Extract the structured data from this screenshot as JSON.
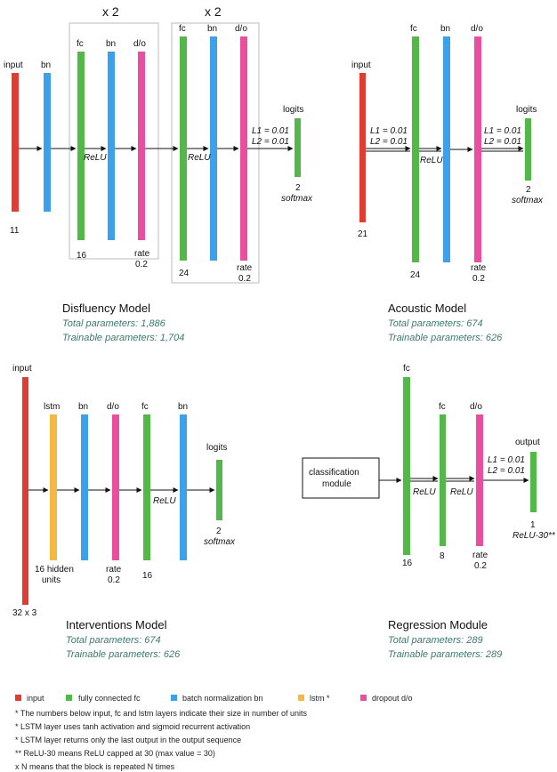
{
  "colors": {
    "input": "#e03c31",
    "fc": "#52b848",
    "bn": "#3da0ea",
    "dropout": "#ea4ea0",
    "lstm": "#f5b942"
  },
  "disfluency": {
    "repeat_left": "x 2",
    "repeat_right": "x 2",
    "input_label": "input",
    "bn_label": "bn",
    "fc_label": "fc",
    "do_label": "d/o",
    "logits_label": "logits",
    "input_size": "11",
    "fc1_size": "16",
    "fc2_size": "24",
    "rate1": "rate",
    "rate1_val": "0.2",
    "rate2": "rate",
    "rate2_val": "0.2",
    "relu1": "ReLU",
    "relu2": "ReLU",
    "l1": "L1 = 0.01",
    "l2": "L2 = 0.01",
    "logits_size": "2",
    "softmax": "softmax",
    "title": "Disfluency Model",
    "total": "Total parameters: 1,886",
    "trainable": "Trainable parameters: 1,704"
  },
  "acoustic": {
    "input_label": "input",
    "fc_label": "fc",
    "bn_label": "bn",
    "do_label": "d/o",
    "logits_label": "logits",
    "l1a": "L1 = 0.01",
    "l2a": "L2 = 0.01",
    "l1b": "L1 = 0.01",
    "l2b": "L2 = 0.01",
    "relu": "ReLU",
    "input_size": "21",
    "fc_size": "24",
    "rate": "rate",
    "rate_val": "0.2",
    "logits_size": "2",
    "softmax": "softmax",
    "title": "Acoustic Model",
    "total": "Total parameters: 674",
    "trainable": "Trainable parameters: 626"
  },
  "interventions": {
    "input_label": "input",
    "lstm_label": "lstm",
    "bn1_label": "bn",
    "do_label": "d/o",
    "fc_label": "fc",
    "bn2_label": "bn",
    "logits_label": "logits",
    "relu": "ReLU",
    "input_size": "32 x 3",
    "lstm_size1": "16 hidden",
    "lstm_size2": "units",
    "rate": "rate",
    "rate_val": "0.2",
    "fc_size": "16",
    "logits_size": "2",
    "softmax": "softmax",
    "title": "Interventions Model",
    "total": "Total parameters: 674",
    "trainable": "Trainable parameters: 626"
  },
  "regression": {
    "fc1_label": "fc",
    "fc2_label": "fc",
    "do_label": "d/o",
    "output_label": "output",
    "module1": "classification",
    "module2": "module",
    "relu1": "ReLU",
    "relu2": "ReLU",
    "l1": "L1 = 0.01",
    "l2": "L2 = 0.01",
    "fc1_size": "16",
    "fc2_size": "8",
    "rate": "rate",
    "rate_val": "0.2",
    "output_size": "1",
    "relu30": "ReLU-30**",
    "title": "Regression Module",
    "total": "Total parameters: 289",
    "trainable": "Trainable parameters: 289"
  },
  "legend": [
    {
      "label": "input",
      "color": "#e03c31"
    },
    {
      "label": "fully connected fc",
      "color": "#52b848"
    },
    {
      "label": "batch normalization bn",
      "color": "#3da0ea"
    },
    {
      "label": "lstm *",
      "color": "#f5b942"
    },
    {
      "label": "dropout d/o",
      "color": "#ea4ea0"
    }
  ],
  "notes": [
    "* The numbers below input, fc and lstm layers indicate their size in number of units",
    "* LSTM layer uses tanh activation and sigmoid recurrent activation",
    "* LSTM layer returns only the last output in the output sequence",
    "** ReLU-30 means ReLU capped at 30 (max value = 30)",
    "x N means that the block is repeated N times"
  ]
}
